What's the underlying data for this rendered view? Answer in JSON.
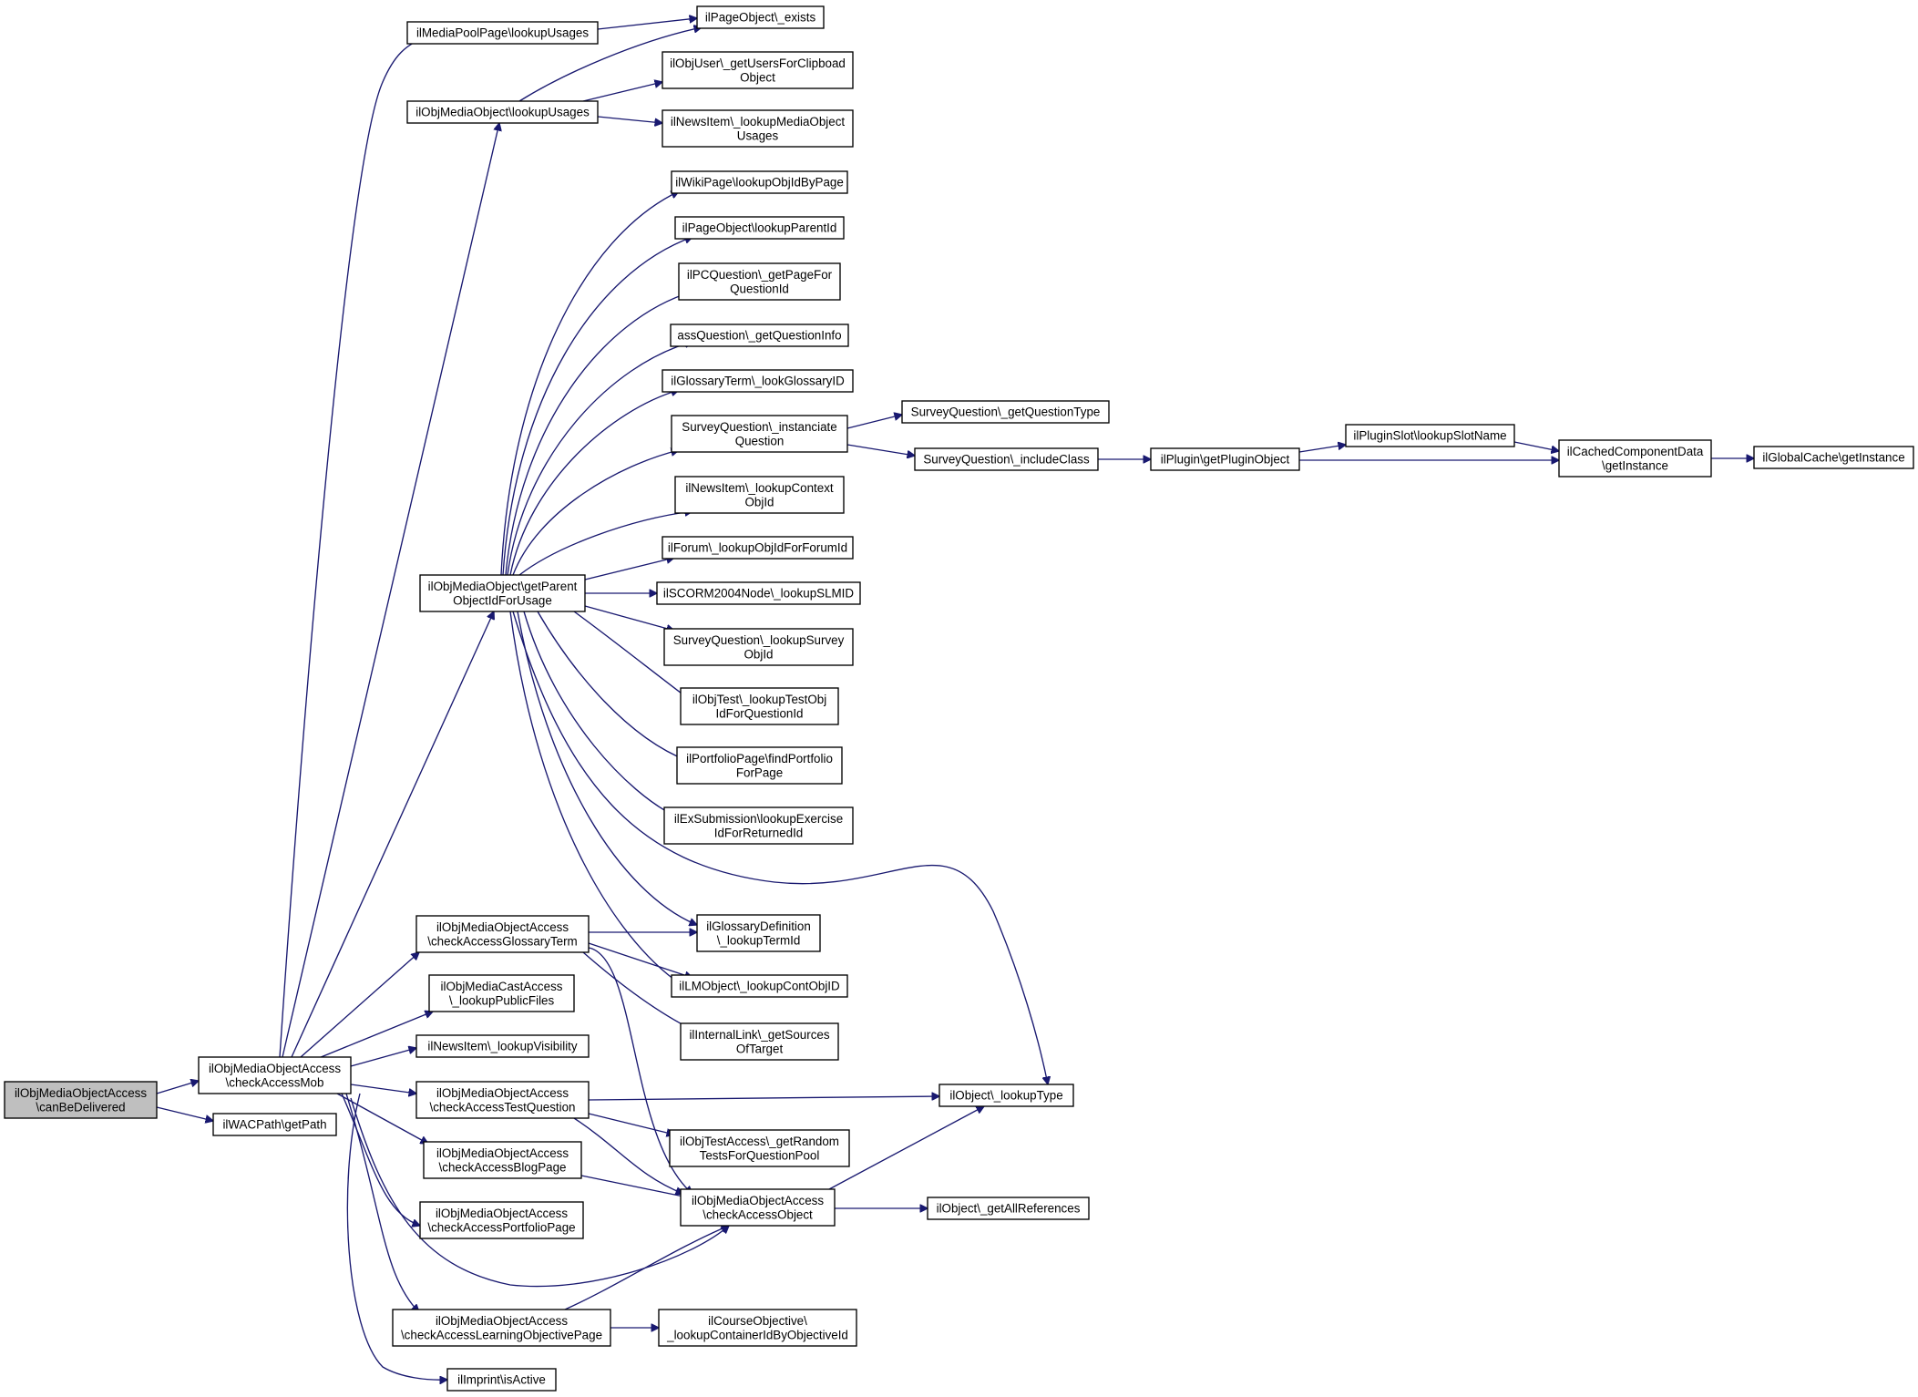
{
  "colors": {
    "edge": "#191970",
    "node_border": "#000000",
    "root_fill": "#bfbfbf",
    "node_fill": "#ffffff"
  },
  "nodes": [
    {
      "id": "canBeDelivered",
      "label": [
        "ilObjMediaObjectAccess",
        "\\canBeDelivered"
      ],
      "root": true
    },
    {
      "id": "checkAccessMob",
      "label": [
        "ilObjMediaObjectAccess",
        "\\checkAccessMob"
      ]
    },
    {
      "id": "getPath",
      "label": [
        "ilWACPath\\getPath"
      ]
    },
    {
      "id": "mpLookupUsages",
      "label": [
        "ilMediaPoolPage\\lookupUsages"
      ]
    },
    {
      "id": "pageExists",
      "label": [
        "ilPageObject\\_exists"
      ]
    },
    {
      "id": "omoLookupUsages",
      "label": [
        "ilObjMediaObject\\lookupUsages"
      ]
    },
    {
      "id": "usersForClipboard",
      "label": [
        "ilObjUser\\_getUsersForClipboad",
        "Object"
      ]
    },
    {
      "id": "newsLookupMOU",
      "label": [
        "ilNewsItem\\_lookupMediaObject",
        "Usages"
      ]
    },
    {
      "id": "wikiLookup",
      "label": [
        "ilWikiPage\\lookupObjIdByPage"
      ]
    },
    {
      "id": "pageLookupParent",
      "label": [
        "ilPageObject\\lookupParentId"
      ]
    },
    {
      "id": "pcQuestion",
      "label": [
        "ilPCQuestion\\_getPageFor",
        "QuestionId"
      ]
    },
    {
      "id": "assQuestionInfo",
      "label": [
        "assQuestion\\_getQuestionInfo"
      ]
    },
    {
      "id": "glossaryLook",
      "label": [
        "ilGlossaryTerm\\_lookGlossaryID"
      ]
    },
    {
      "id": "surveyInstanciate",
      "label": [
        "SurveyQuestion\\_instanciate",
        "Question"
      ]
    },
    {
      "id": "surveyType",
      "label": [
        "SurveyQuestion\\_getQuestionType"
      ]
    },
    {
      "id": "surveyInclude",
      "label": [
        "SurveyQuestion\\_includeClass"
      ]
    },
    {
      "id": "pluginObject",
      "label": [
        "ilPlugin\\getPluginObject"
      ]
    },
    {
      "id": "pluginSlot",
      "label": [
        "ilPluginSlot\\lookupSlotName"
      ]
    },
    {
      "id": "cachedComponent",
      "label": [
        "ilCachedComponentData",
        "\\getInstance"
      ]
    },
    {
      "id": "globalCache",
      "label": [
        "ilGlobalCache\\getInstance"
      ]
    },
    {
      "id": "newsContext",
      "label": [
        "ilNewsItem\\_lookupContext",
        "ObjId"
      ]
    },
    {
      "id": "forumLookup",
      "label": [
        "ilForum\\_lookupObjIdForForumId"
      ]
    },
    {
      "id": "scormLookup",
      "label": [
        "ilSCORM2004Node\\_lookupSLMID"
      ]
    },
    {
      "id": "getParentObj",
      "label": [
        "ilObjMediaObject\\getParent",
        "ObjectIdForUsage"
      ]
    },
    {
      "id": "surveyLookupObj",
      "label": [
        "SurveyQuestion\\_lookupSurvey",
        "ObjId"
      ]
    },
    {
      "id": "testLookup",
      "label": [
        "ilObjTest\\_lookupTestObj",
        "IdForQuestionId"
      ]
    },
    {
      "id": "portfolioFind",
      "label": [
        "ilPortfolioPage\\findPortfolio",
        "ForPage"
      ]
    },
    {
      "id": "exSubmission",
      "label": [
        "ilExSubmission\\lookupExercise",
        "IdForReturnedId"
      ]
    },
    {
      "id": "checkGlossary",
      "label": [
        "ilObjMediaObjectAccess",
        "\\checkAccessGlossaryTerm"
      ]
    },
    {
      "id": "glossaryDef",
      "label": [
        "ilGlossaryDefinition",
        "\\_lookupTermId"
      ]
    },
    {
      "id": "lmLookup",
      "label": [
        "ilLMObject\\_lookupContObjID"
      ]
    },
    {
      "id": "mediaCast",
      "label": [
        "ilObjMediaCastAccess",
        "\\_lookupPublicFiles"
      ]
    },
    {
      "id": "internalLink",
      "label": [
        "ilInternalLink\\_getSources",
        "OfTarget"
      ]
    },
    {
      "id": "newsVisibility",
      "label": [
        "ilNewsItem\\_lookupVisibility"
      ]
    },
    {
      "id": "checkTestQ",
      "label": [
        "ilObjMediaObjectAccess",
        "\\checkAccessTestQuestion"
      ]
    },
    {
      "id": "objLookupType",
      "label": [
        "ilObject\\_lookupType"
      ]
    },
    {
      "id": "randomTests",
      "label": [
        "ilObjTestAccess\\_getRandom",
        "TestsForQuestionPool"
      ]
    },
    {
      "id": "checkBlog",
      "label": [
        "ilObjMediaObjectAccess",
        "\\checkAccessBlogPage"
      ]
    },
    {
      "id": "checkObject",
      "label": [
        "ilObjMediaObjectAccess",
        "\\checkAccessObject"
      ]
    },
    {
      "id": "allRefs",
      "label": [
        "ilObject\\_getAllReferences"
      ]
    },
    {
      "id": "checkPortfolio",
      "label": [
        "ilObjMediaObjectAccess",
        "\\checkAccessPortfolioPage"
      ]
    },
    {
      "id": "checkLOP",
      "label": [
        "ilObjMediaObjectAccess",
        "\\checkAccessLearningObjectivePage"
      ]
    },
    {
      "id": "courseObjective",
      "label": [
        "ilCourseObjective\\",
        "_lookupContainerIdByObjectiveId"
      ]
    },
    {
      "id": "imprint",
      "label": [
        "ilImprint\\isActive"
      ]
    }
  ]
}
